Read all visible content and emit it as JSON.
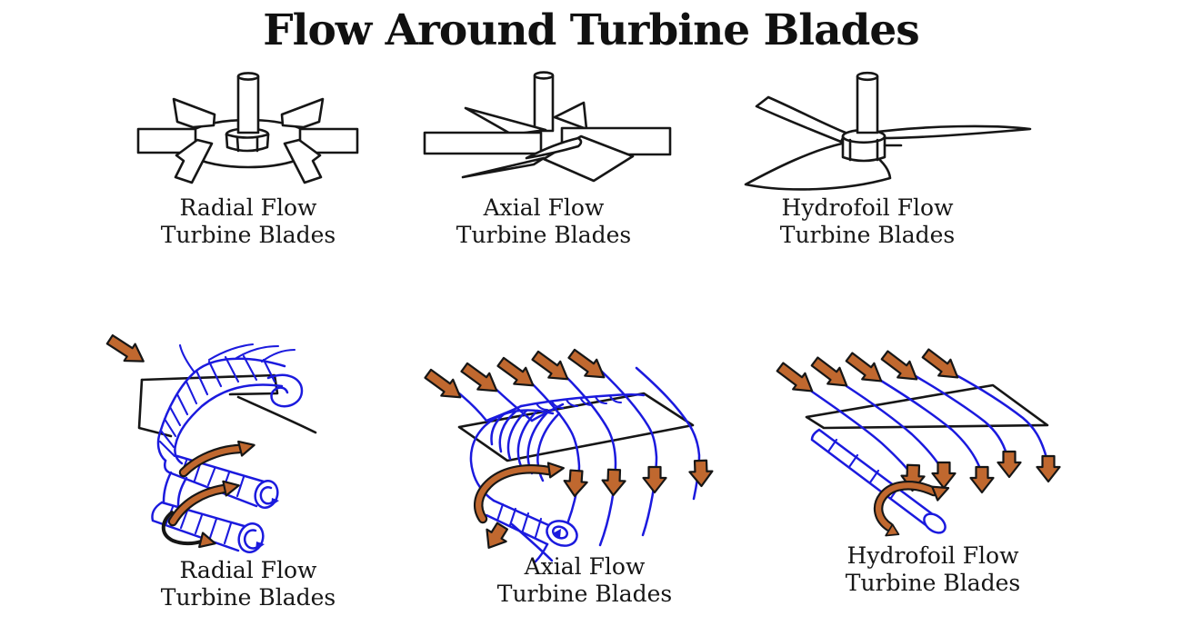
{
  "title": "Flow Around Turbine Blades",
  "colors": {
    "background": "#ffffff",
    "ink": "#111111",
    "blue": "#1b1ade",
    "orange": "#c0682f"
  },
  "figures": {
    "top": [
      {
        "id": "radial-turbine",
        "caption": [
          "Radial Flow",
          "Turbine Blades"
        ]
      },
      {
        "id": "axial-turbine",
        "caption": [
          "Axial Flow",
          "Turbine Blades"
        ]
      },
      {
        "id": "hydrofoil-turbine",
        "caption": [
          "Hydrofoil Flow",
          "Turbine Blades"
        ]
      }
    ],
    "bottom": [
      {
        "id": "radial-flow-pattern",
        "caption": [
          "Radial Flow",
          "Turbine Blades"
        ]
      },
      {
        "id": "axial-flow-pattern",
        "caption": [
          "Axial Flow",
          "Turbine Blades"
        ]
      },
      {
        "id": "hydrofoil-flow-pattern",
        "caption": [
          "Hydrofoil Flow",
          "Turbine Blades"
        ]
      }
    ]
  }
}
